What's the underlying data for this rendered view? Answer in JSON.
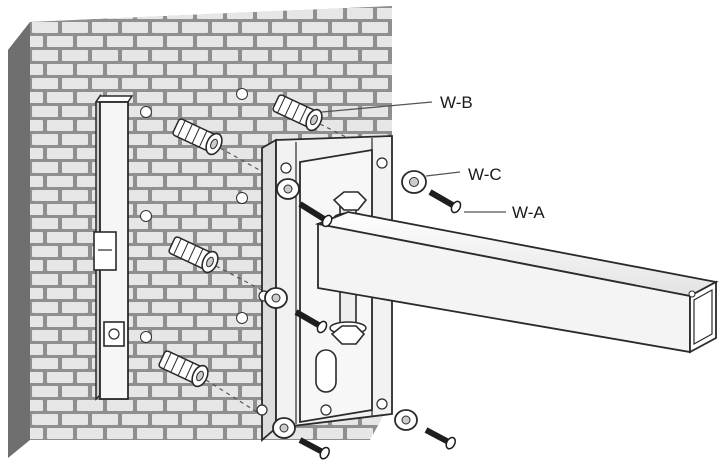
{
  "callouts": {
    "wb": "W-B",
    "wc": "W-C",
    "wa": "W-A"
  },
  "palette": {
    "wall_face": "#8f8f8f",
    "wall_side": "#6f6f6f",
    "wall_top": "#a8a8a8",
    "brick": "#e6e6e6",
    "metal": "#f2f2f2",
    "metal_edge": "#3a3a3a",
    "leader": "#555555"
  }
}
